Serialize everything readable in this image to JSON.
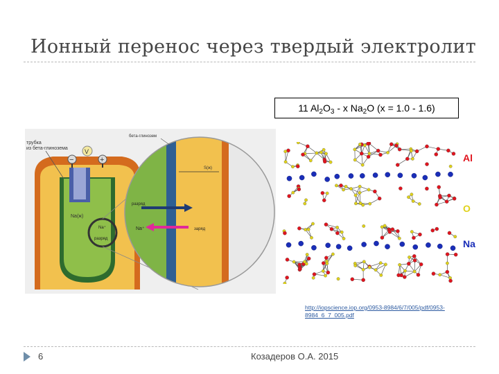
{
  "slide": {
    "title": "Ионный перенос через твердый электролит",
    "formula": {
      "p1": "11 Al",
      "s1": "2",
      "p2": "O",
      "s2": "3",
      "p3": " - x Na",
      "s3": "2",
      "p4": "O (x = 1.0 - 1.6)"
    },
    "legend": [
      {
        "label": "Al",
        "color": "#e0141e"
      },
      {
        "label": "O",
        "color": "#e0d21a"
      },
      {
        "label": "Na",
        "color": "#1a2eb8"
      }
    ],
    "diagram": {
      "tube_label": "трубка\nиз бета-глинозема",
      "beta_label": "бета-глинозем",
      "v_label": "V",
      "minus": "−",
      "plus": "+",
      "na_liquid": "Na(ж)",
      "na_plus": "Na⁺",
      "razryad": "разряд",
      "s_liquid": "S(ж)",
      "zaryad": "заряд"
    },
    "link": "http://iopscience.iop.org/0953-8984/6/7/005/pdf/0953-8984_6_7_005.pdf",
    "page_number": "6",
    "author": "Козадеров О.А. 2015"
  }
}
